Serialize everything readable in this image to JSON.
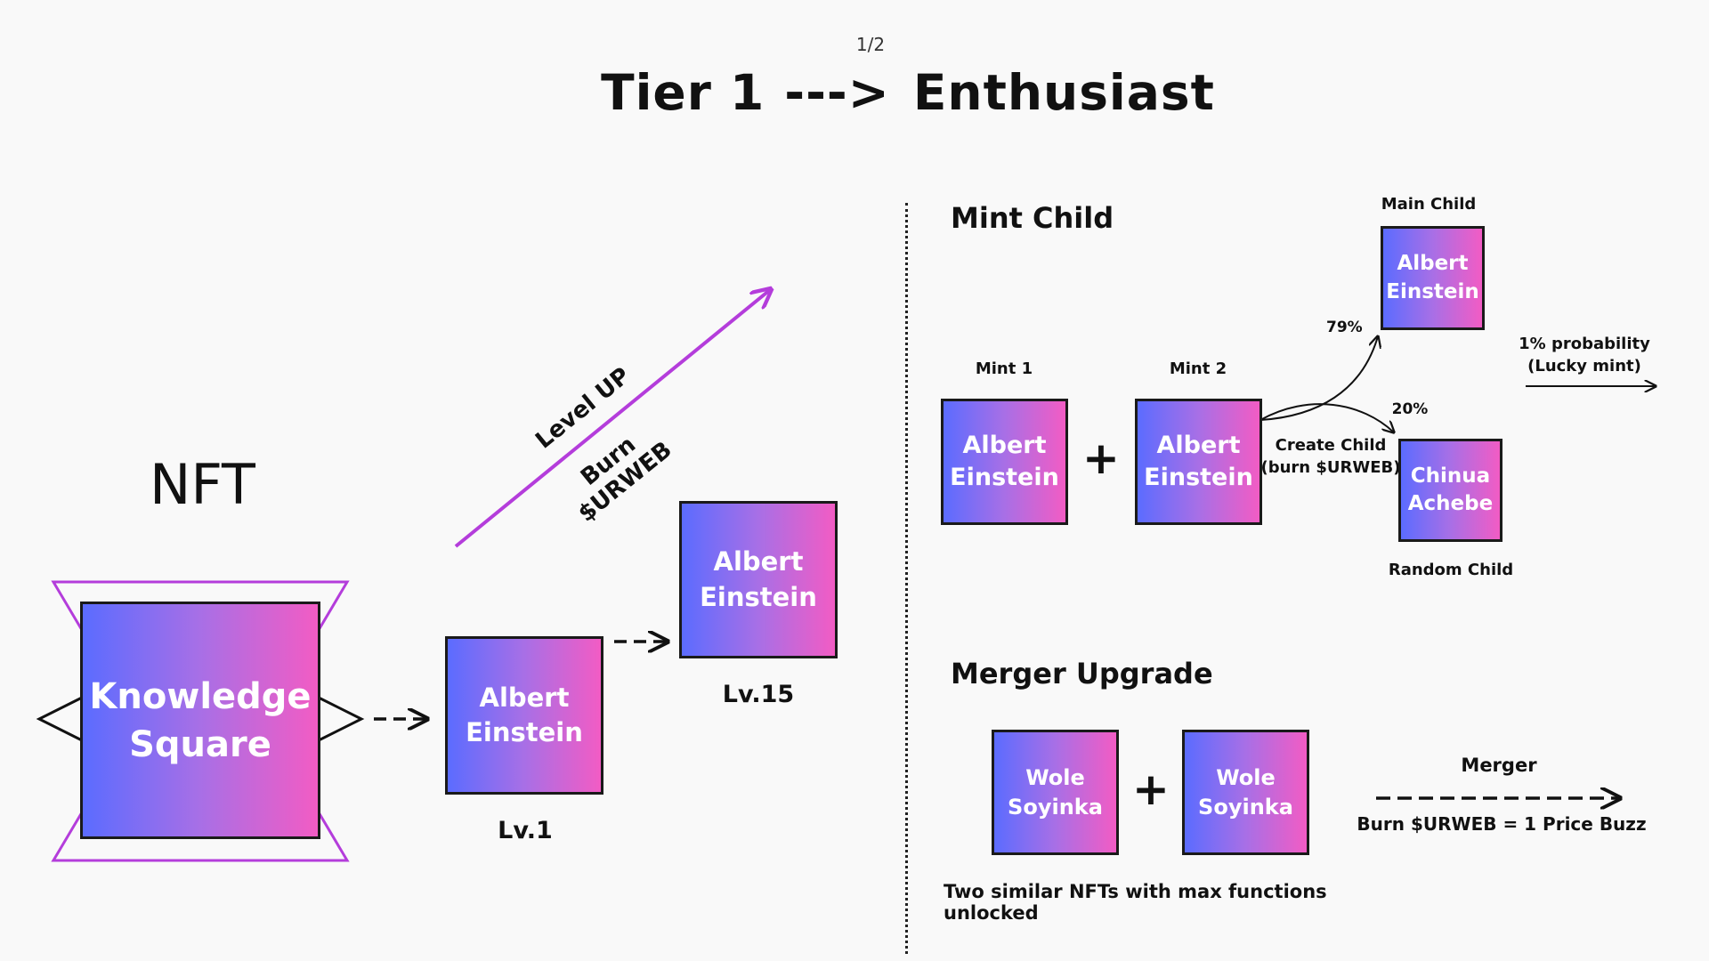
{
  "header": {
    "page_number": "1/2",
    "title_left": "Tier 1",
    "title_arrow": "--->",
    "title_right": "Enthusiast"
  },
  "left": {
    "nft_label": "NFT",
    "knowledge_box": {
      "line1": "Knowledge",
      "line2": "Square"
    },
    "lv1_box": {
      "line1": "Albert",
      "line2": "Einstein"
    },
    "lv1_label": "Lv.1",
    "lv15_box": {
      "line1": "Albert",
      "line2": "Einstein"
    },
    "lv15_label": "Lv.15",
    "diag_text_1": "Level UP",
    "diag_text_2": "Burn $URWEB"
  },
  "mint_child": {
    "title": "Mint Child",
    "mint1_label": "Mint 1",
    "mint1_box": {
      "line1": "Albert",
      "line2": "Einstein"
    },
    "mint2_label": "Mint 2",
    "mint2_box": {
      "line1": "Albert",
      "line2": "Einstein"
    },
    "plus": "+",
    "create_child_1": "Create Child",
    "create_child_2": "(burn $URWEB)",
    "pct_main": "79%",
    "pct_random": "20%",
    "main_child_label": "Main Child",
    "main_child_box": {
      "line1": "Albert",
      "line2": "Einstein"
    },
    "random_child_box": {
      "line1": "Chinua",
      "line2": "Achebe"
    },
    "random_child_label": "Random Child",
    "lucky_1": "1% probability",
    "lucky_2": "(Lucky mint)"
  },
  "merger": {
    "title": "Merger Upgrade",
    "box1": {
      "line1": "Wole",
      "line2": "Soyinka"
    },
    "plus": "+",
    "box2": {
      "line1": "Wole",
      "line2": "Soyinka"
    },
    "merger_label": "Merger",
    "burn_text": "Burn $URWEB = 1 Price Buzz",
    "caption": "Two similar NFTs with max functions unlocked"
  },
  "colors": {
    "gradient_start": "#5b6cff",
    "gradient_end": "#f25cc4",
    "accent_purple": "#b43ddb"
  }
}
